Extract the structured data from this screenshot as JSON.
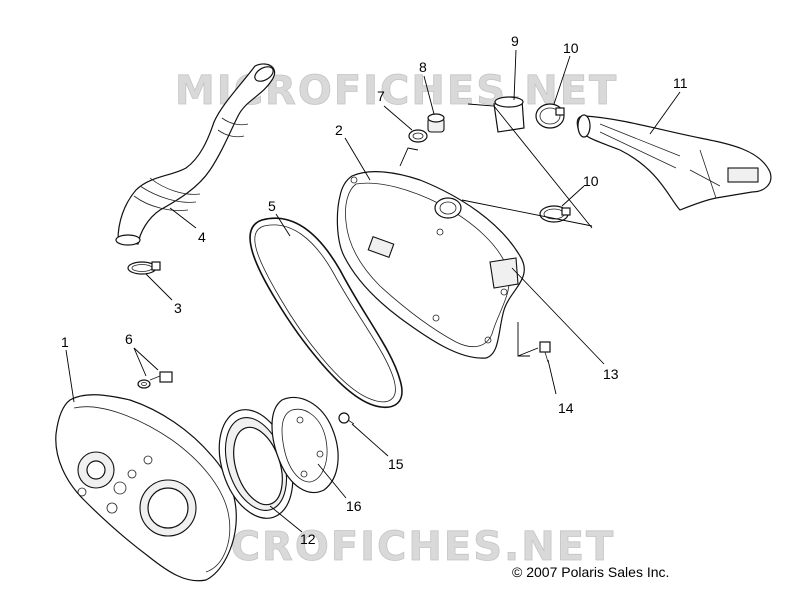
{
  "watermark": "MICROFICHES.NET",
  "copyright": "© 2007 Polaris Sales Inc.",
  "callouts": {
    "c1": "1",
    "c2": "2",
    "c3": "3",
    "c4": "4",
    "c5": "5",
    "c6": "6",
    "c7": "7",
    "c8": "8",
    "c9": "9",
    "c10a": "10",
    "c10b": "10",
    "c11": "11",
    "c12": "12",
    "c13": "13",
    "c14": "14",
    "c15": "15",
    "c16": "16"
  }
}
